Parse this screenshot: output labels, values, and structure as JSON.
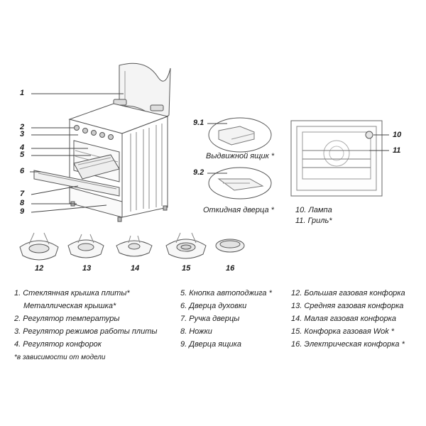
{
  "callouts": {
    "c1": "1",
    "c2": "2",
    "c3": "3",
    "c4": "4",
    "c5": "5",
    "c6": "6",
    "c7": "7",
    "c8": "8",
    "c9": "9",
    "c9_1": "9.1",
    "c9_2": "9.2",
    "c10": "10",
    "c11": "11"
  },
  "insets": {
    "drawer_caption": "Выдвижной ящик *",
    "door_caption": "Откидная дверца *",
    "lamp_caption": "10. Лампа",
    "grill_caption": "11. Гриль*"
  },
  "burners": [
    "12",
    "13",
    "14",
    "15",
    "16"
  ],
  "legend": {
    "col1": [
      "1. Стеклянная крышка плиты*",
      "Металлическая крышка*",
      "2. Регулятор температуры",
      "3. Регулятор режимов работы плиты",
      "4. Регулятор конфорок"
    ],
    "col2": [
      "5. Кнопка автоподжига *",
      "6. Дверца духовки",
      "7. Ручка дверцы",
      "8. Ножки",
      "9. Дверца ящика"
    ],
    "col3": [
      "12. Большая газовая конфорка",
      "13. Средняя газовая конфорка",
      "14. Малая газовая конфорка",
      "15. Конфорка газовая Wok *",
      "16. Электрическая конфорка *"
    ]
  },
  "footnote": "*в зависимости от модели"
}
